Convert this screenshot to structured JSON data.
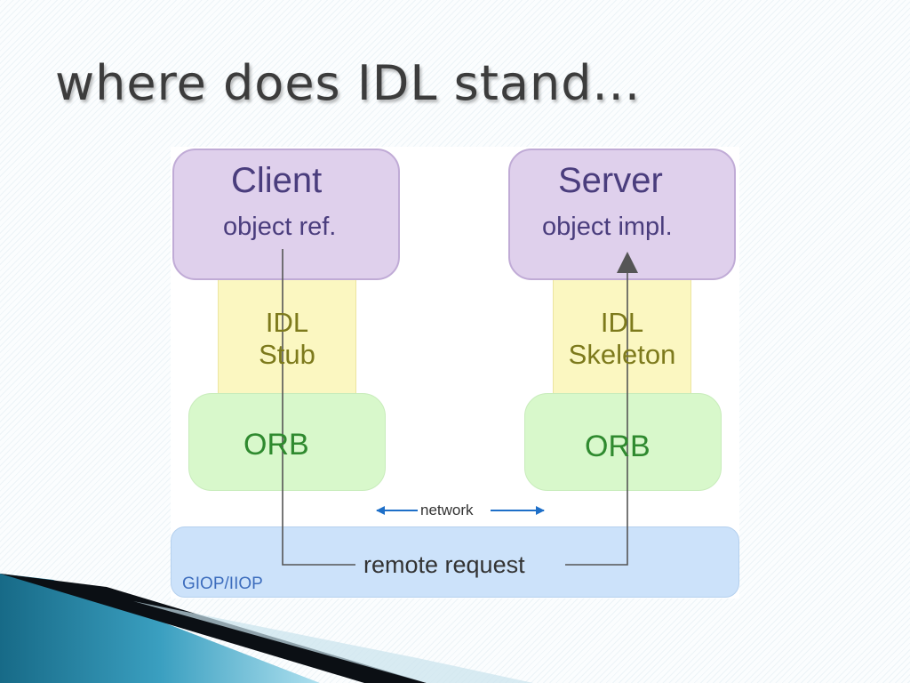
{
  "slide": {
    "title": "where does IDL stand..."
  },
  "diagram": {
    "client": {
      "title": "Client",
      "subtitle": "object ref."
    },
    "server": {
      "title": "Server",
      "subtitle": "object impl."
    },
    "stub": {
      "line1": "IDL",
      "line2": "Stub"
    },
    "skeleton": {
      "line1": "IDL",
      "line2": "Skeleton"
    },
    "client_orb": "ORB",
    "server_orb": "ORB",
    "network_label": "network",
    "transport_label": "GIOP/IIOP",
    "request_label": "remote request"
  },
  "colors": {
    "object_box": "#dfd0ec",
    "idl_box": "#fbf7c1",
    "orb_box": "#d8f8cb",
    "transport_box": "#cce2fa",
    "network_arrow": "#1e6fc8",
    "wire": "#555555"
  }
}
